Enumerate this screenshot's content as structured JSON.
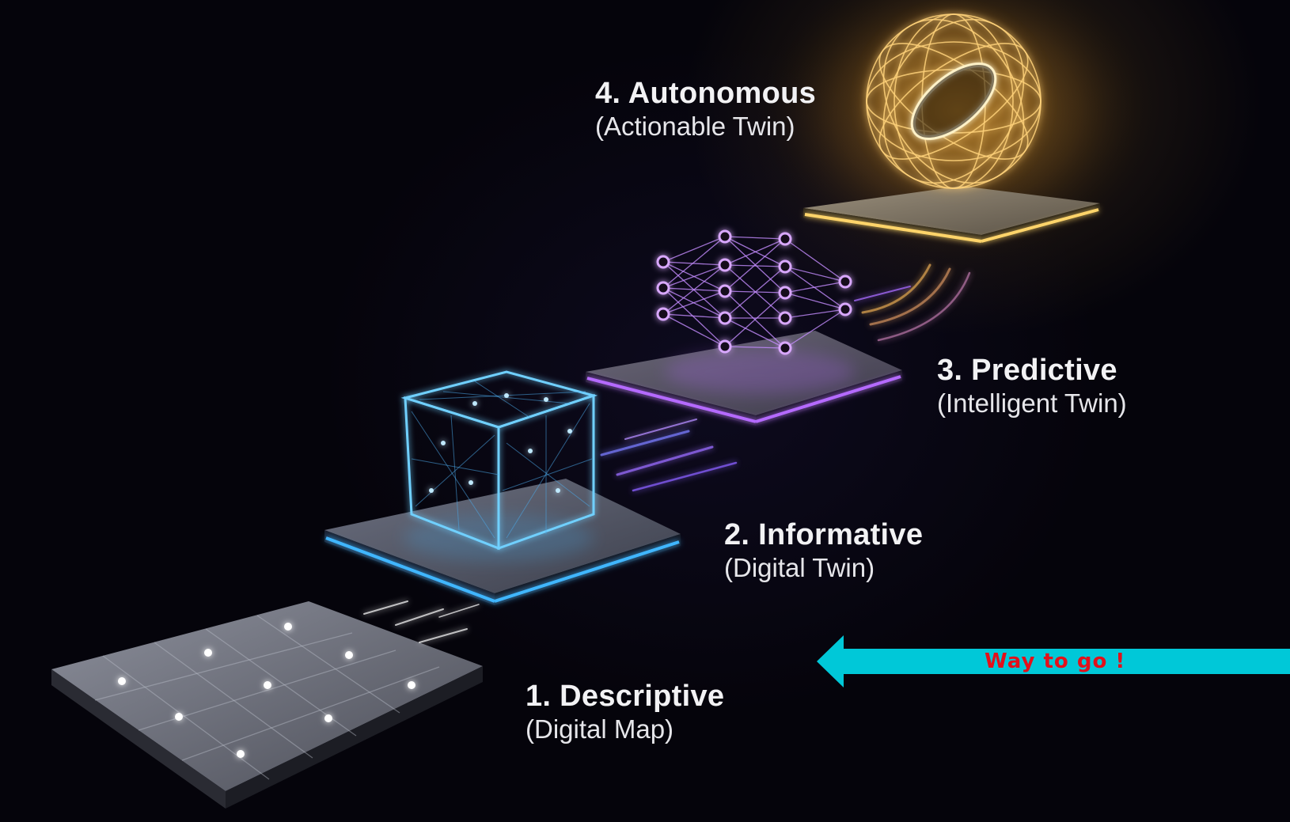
{
  "stages": [
    {
      "title": "1. Descriptive",
      "subtitle": "(Digital Map)",
      "icon": "grid-plate-icon",
      "color": "#c9cdd8"
    },
    {
      "title": "2. Informative",
      "subtitle": "(Digital Twin)",
      "icon": "wireframe-cube-icon",
      "color": "#3fb6ff"
    },
    {
      "title": "3. Predictive",
      "subtitle": "(Intelligent Twin)",
      "icon": "neural-network-icon",
      "color": "#b56bff"
    },
    {
      "title": "4. Autonomous",
      "subtitle": "(Actionable Twin)",
      "icon": "glowing-sphere-icon",
      "color": "#ffc24a"
    }
  ],
  "callout": {
    "text": "Way to go !",
    "arrow_color": "#00c8d8",
    "text_color": "#e3101a",
    "icon": "left-arrow-icon"
  }
}
